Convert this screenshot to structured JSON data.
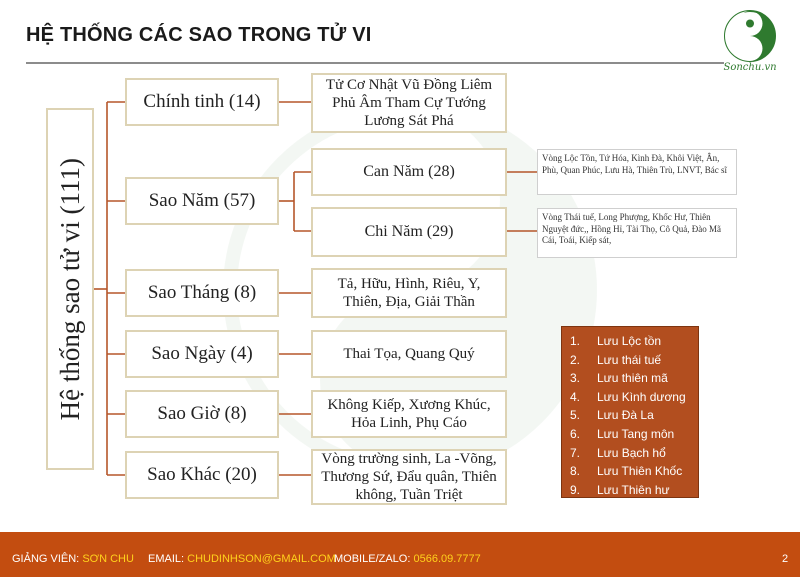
{
  "header": {
    "title": "HỆ THỐNG CÁC SAO TRONG TỬ VI"
  },
  "logo": {
    "text": "Sonchu.vn"
  },
  "root": {
    "label": "Hệ thống sao tử vi (111)"
  },
  "categories": [
    {
      "label": "Chính tinh (14)",
      "detail": "Tử Cơ Nhật Vũ Đồng Liêm Phủ Âm Tham Cự Tướng Lương Sát Phá"
    },
    {
      "label": "Sao Năm (57)"
    },
    {
      "label": "Sao Tháng (8)",
      "detail": "Tả, Hữu, Hình, Riêu, Y, Thiên, Địa, Giải Thần"
    },
    {
      "label": "Sao Ngày (4)",
      "detail": "Thai Tọa, Quang Quý"
    },
    {
      "label": "Sao Giờ (8)",
      "detail": "Không Kiếp, Xương Khúc, Hỏa Linh,  Phụ Cáo"
    },
    {
      "label": "Sao Khác (20)",
      "detail": "Vòng trường sinh,  La -Võng, Thương Sứ, Đẩu quân, Thiên không, Tuần Triệt"
    }
  ],
  "sao_nam": [
    {
      "label": "Can Năm (28)",
      "detail": "Vòng Lộc Tồn, Tứ Hóa, Kình Đà, Khôi Việt, Ân, Phù, Quan Phúc, Lưu Hà, Thiên Trù, LNVT, Bác sĩ"
    },
    {
      "label": "Chi Năm (29)",
      "detail": "Vòng Thái tuế, Long Phượng, Khốc Hư, Thiên Nguyệt đức,, Hồng Hỉ, Tài Thọ, Cô Quả, Đào Mã Cái, Toái, Kiếp sát,"
    }
  ],
  "luu_list": {
    "items": [
      {
        "num": "1.",
        "text": "Lưu Lộc tồn"
      },
      {
        "num": "2.",
        "text": "Lưu thái tuế"
      },
      {
        "num": "3.",
        "text": "Lưu thiên mã"
      },
      {
        "num": "4.",
        "text": "Lưu Kình dương"
      },
      {
        "num": "5.",
        "text": "Lưu Đà La"
      },
      {
        "num": "6.",
        "text": "Lưu Tang môn"
      },
      {
        "num": "7.",
        "text": "Lưu Bạch hổ"
      },
      {
        "num": "8.",
        "text": "Lưu Thiên Khốc"
      },
      {
        "num": "9.",
        "text": "Lưu Thiên hư"
      }
    ]
  },
  "footer": {
    "lecturer_label": "GIẢNG VIÊN:",
    "lecturer_value": "SƠN CHU",
    "email_label": "EMAIL:",
    "email_value": "CHUDINHSON@GMAIL.COM",
    "phone_label": "MOBILE/ZALO:",
    "phone_value": "0566.09.7777",
    "page_number": "2"
  },
  "colors": {
    "box_border": "#ddd3b4",
    "connector": "#b5562a",
    "list_bg": "#b24e1f",
    "footer_bg": "#c34d10",
    "footer_highlight": "#ffd21c"
  }
}
